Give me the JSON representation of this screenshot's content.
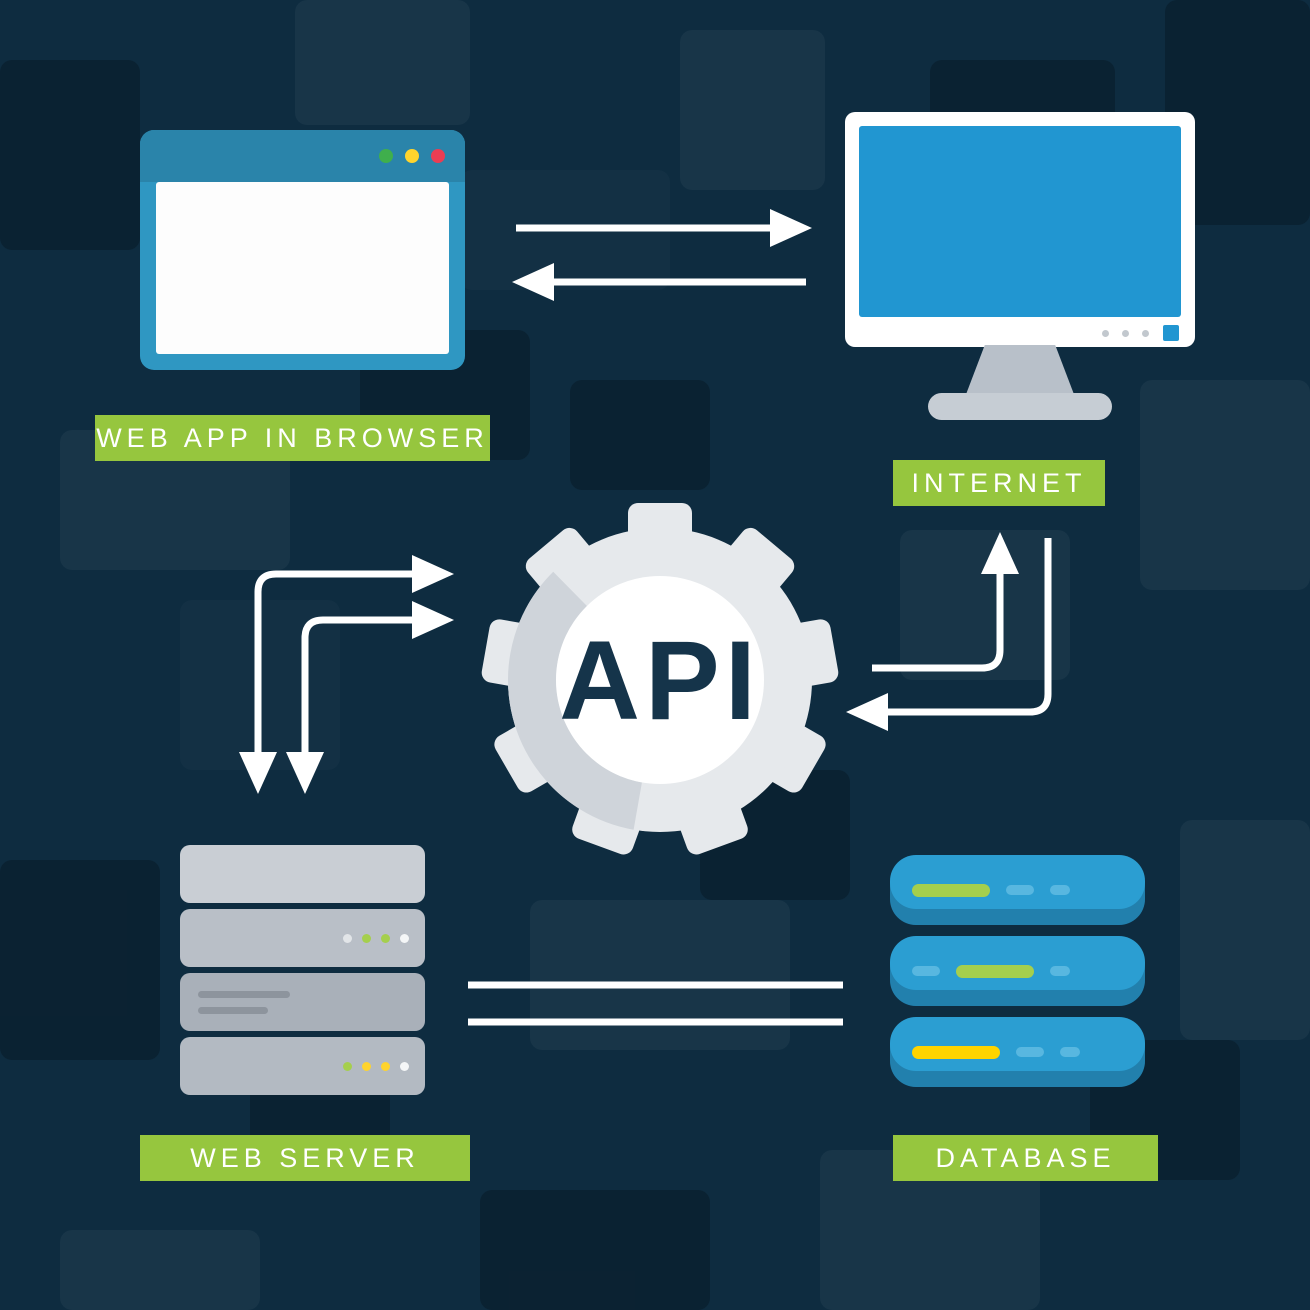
{
  "diagram": {
    "center": {
      "label": "API"
    },
    "nodes": [
      {
        "id": "web-app-in-browser",
        "label": "WEB APP IN BROWSER",
        "icon": "browser-window"
      },
      {
        "id": "internet",
        "label": "INTERNET",
        "icon": "desktop-monitor"
      },
      {
        "id": "web-server",
        "label": "WEB SERVER",
        "icon": "server-stack"
      },
      {
        "id": "database",
        "label": "DATABASE",
        "icon": "database-stack"
      }
    ],
    "connections": [
      {
        "from": "web-app-in-browser",
        "to": "internet",
        "style": "two-horizontal-arrows-opposite"
      },
      {
        "from": "internet",
        "to": "api",
        "style": "two-right-angle-arrows"
      },
      {
        "from": "api",
        "to": "web-server",
        "style": "two-right-angle-arrows"
      },
      {
        "from": "web-server",
        "to": "database",
        "style": "two-plain-lines"
      }
    ],
    "colors": {
      "background": "#0e2c40",
      "label_badge_green": "#96c63e",
      "label_text": "#ffffff",
      "browser_blue": "#2f97c2",
      "screen_blue": "#2196d1",
      "gear_gray": "#e6e9ec",
      "gear_shade_gray": "#cfd4da",
      "api_text_navy": "#15344a",
      "server_gray": "#b3bac2",
      "database_blue": "#2b9ed2",
      "accent_green": "#a5cf4d",
      "accent_yellow": "#ffd42d",
      "accent_red": "#ea3d53",
      "arrow_white": "#ffffff"
    }
  }
}
